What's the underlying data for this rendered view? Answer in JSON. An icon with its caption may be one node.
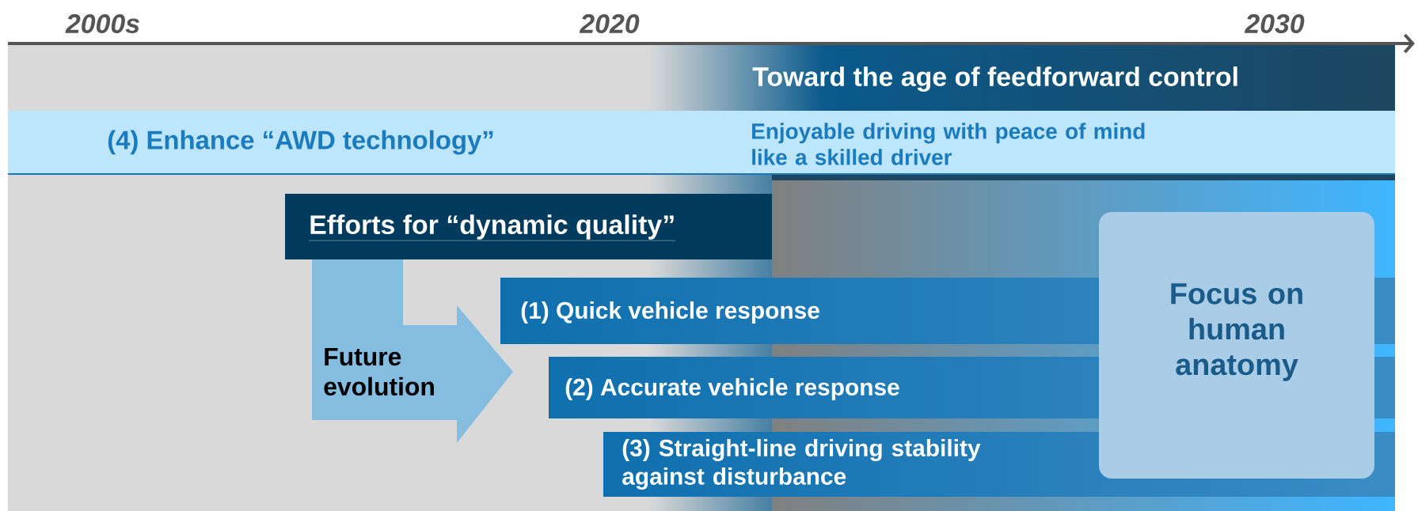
{
  "diagram": {
    "nodes": [
      {
        "text": [
          "Toward the age of feedforward control"
        ]
      },
      {
        "text": [
          "(4) Enhance “AWD technology”",
          "Enjoyable driving with peace of mind like a skilled driver"
        ]
      },
      {
        "text": [
          "Efforts for “dynamic quality”"
        ]
      },
      {
        "text": [
          "Future evolution"
        ]
      },
      {
        "text": [
          "(1) Quick vehicle response"
        ]
      },
      {
        "text": [
          "(2) Accurate vehicle response"
        ]
      },
      {
        "text": [
          "(3) Straight-line driving stability against disturbance"
        ]
      },
      {
        "text": [
          "Focus on human anatomy"
        ]
      }
    ],
    "labels": [
      "2000s",
      "2020",
      "2030"
    ]
  }
}
